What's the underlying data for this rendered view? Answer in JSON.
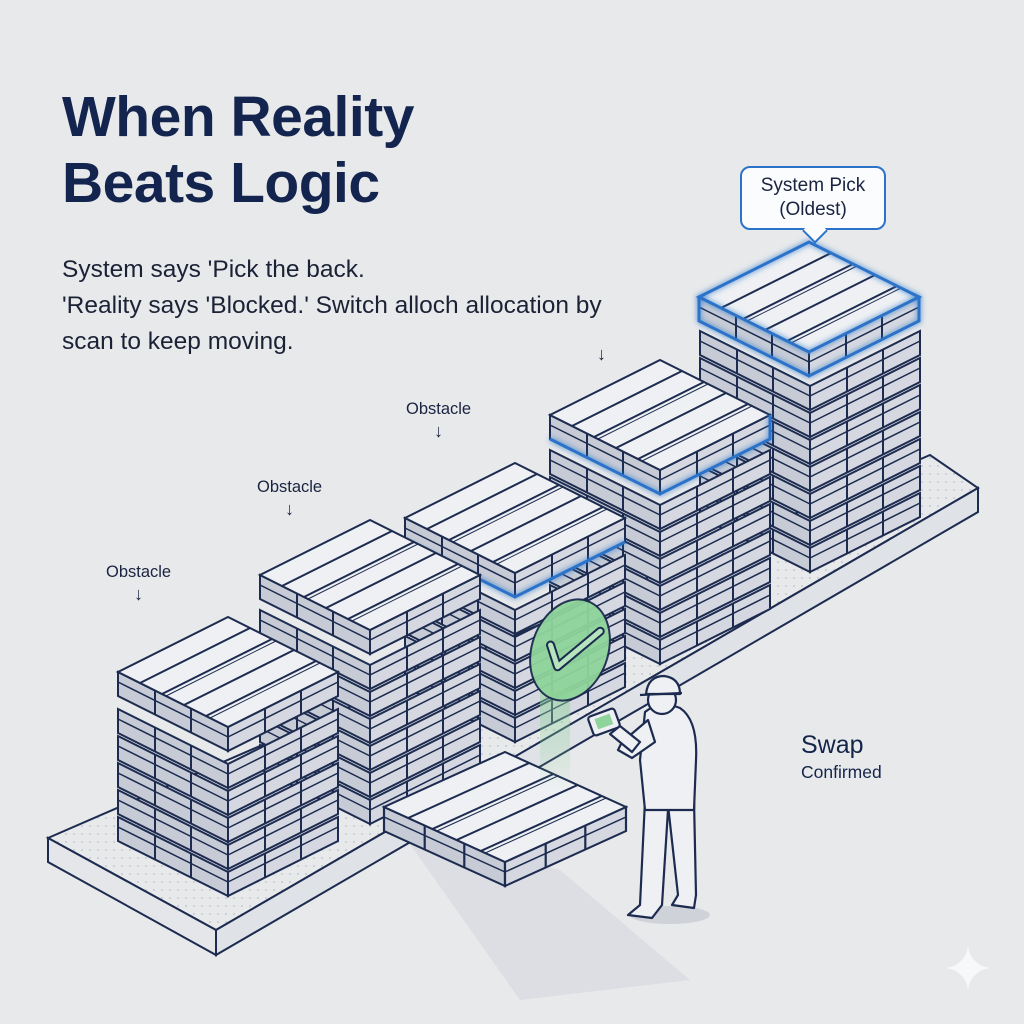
{
  "header": {
    "title_line1": "When Reality",
    "title_line2": "Beats Logic"
  },
  "description": {
    "line1": "System says 'Pick the back.",
    "line2": "'Reality says 'Blocked.' Switch alloch allocation by",
    "line3": "scan to keep moving."
  },
  "labels": {
    "obstacle_1": "Obstacle",
    "obstacle_2": "Obstacle",
    "obstacle_3": "Obstacle",
    "arrow_glyph": "↓"
  },
  "callout": {
    "line1": "System Pick",
    "line2": "(Oldest)"
  },
  "status": {
    "line1": "Swap",
    "line2": "Confirmed"
  },
  "icons": {
    "check": "checkmark-badge-icon",
    "scanner": "handheld-scanner-icon",
    "sparkle": "sparkle-icon"
  },
  "colors": {
    "background": "#e8e9eb",
    "title": "#13254e",
    "outline": "#1c2b4f",
    "highlight_blue": "#2b73c9",
    "confirm_green": "#8fd49a",
    "pallet_face": "#eef0f3",
    "pallet_side": "#c4c8d3"
  }
}
